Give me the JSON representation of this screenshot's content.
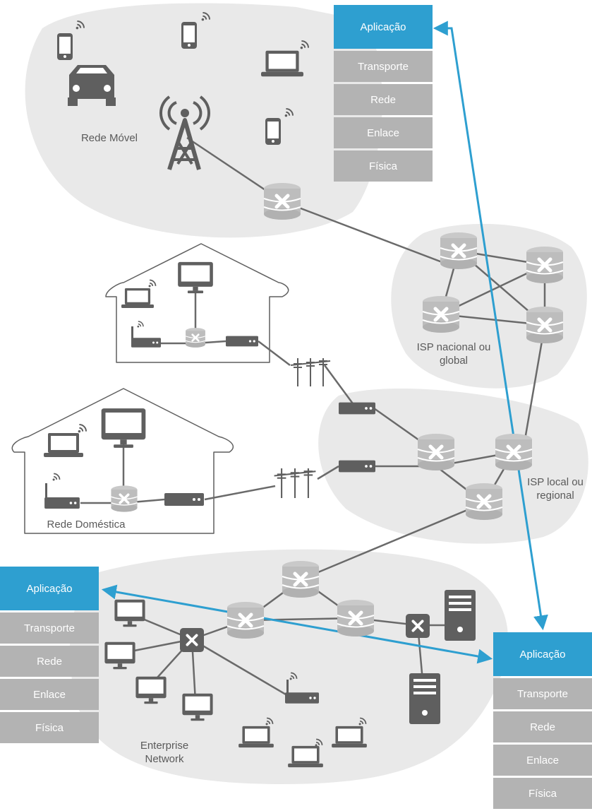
{
  "colors": {
    "region": "#e9e9e9",
    "device": "#5f5f5f",
    "link": "#6a6a6a",
    "router": "#c2c2c2",
    "app_layer": "#2e9fd0",
    "lower_layer": "#b3b3b3",
    "arrow": "#2e9fd0"
  },
  "regions": {
    "mobile_label": "Rede Móvel",
    "national_isp_label": "ISP nacional ou global",
    "local_isp_label": "ISP local ou regional",
    "home_label": "Rede Doméstica",
    "enterprise_label": "Enterprise Network"
  },
  "stacks": {
    "top": {
      "app": "Aplicação",
      "transport": "Transporte",
      "network": "Rede",
      "link": "Enlace",
      "physical": "Física"
    },
    "left": {
      "app": "Aplicação",
      "transport": "Transporte",
      "network": "Rede",
      "link": "Enlace",
      "physical": "Física"
    },
    "right": {
      "app": "Aplicação",
      "transport": "Transporte",
      "network": "Rede",
      "link": "Enlace",
      "physical": "Física"
    }
  }
}
